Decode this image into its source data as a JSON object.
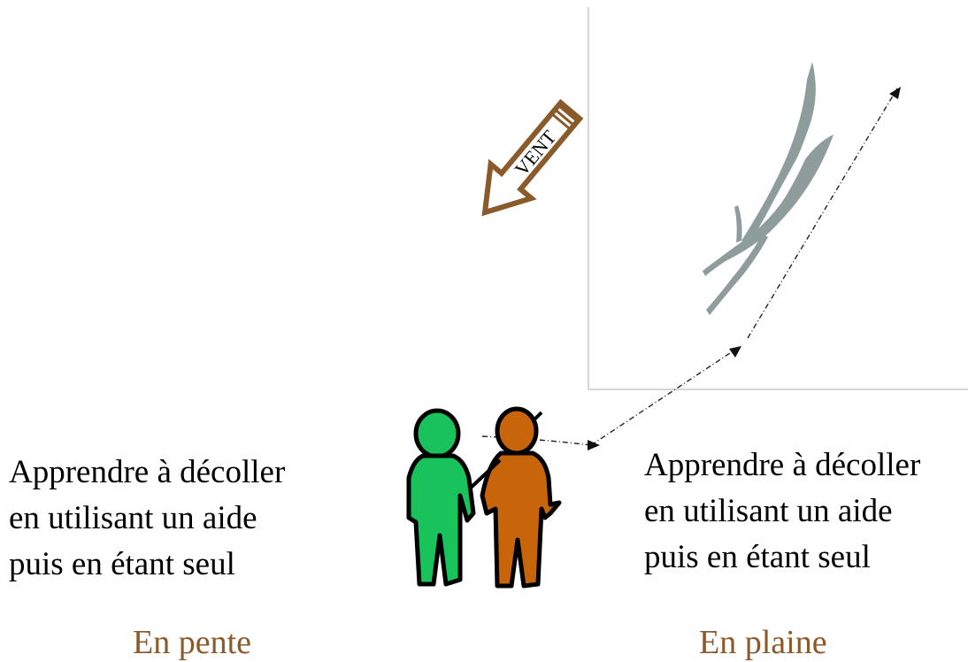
{
  "wind_arrow": {
    "label": "VENT"
  },
  "left_text": {
    "line1": "Apprendre à décoller",
    "line2": "en utilisant un aide",
    "line3": "puis en étant seul"
  },
  "right_text": {
    "line1": "Apprendre à décoller",
    "line2": "en utilisant un aide",
    "line3": "puis en étant seul"
  },
  "captions": {
    "slope": "En pente",
    "plain": "En plaine"
  },
  "colors": {
    "wind_arrow": "#8b5a2b",
    "person_green": "#19c35c",
    "person_orange": "#c8650b",
    "glider": "#8e9c9c",
    "caption": "#8b5a2b",
    "frame": "#c8c8c8"
  }
}
